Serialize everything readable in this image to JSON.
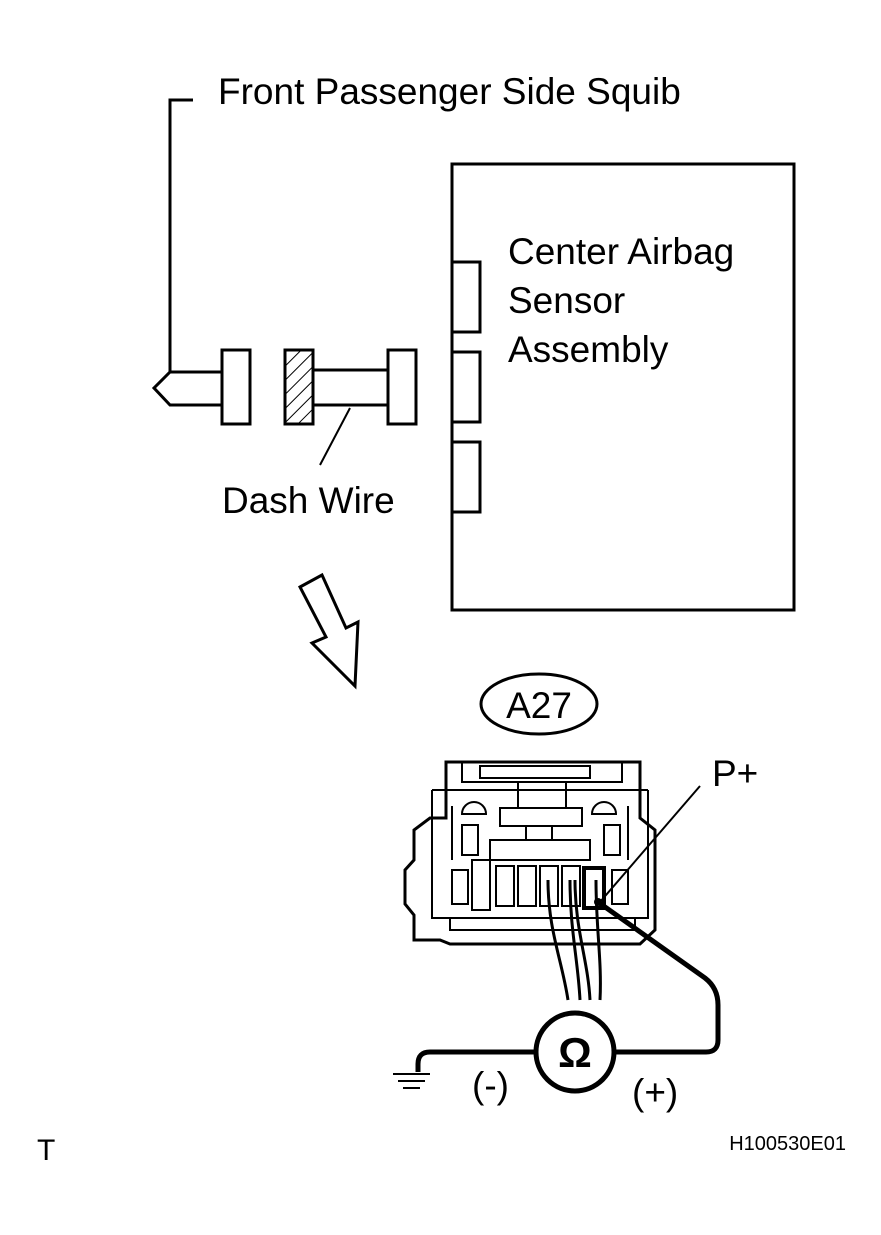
{
  "labels": {
    "squib": "Front Passenger Side Squib",
    "ecu_line1": "Center Airbag",
    "ecu_line2": "Sensor",
    "ecu_line3": "Assembly",
    "dash_wire": "Dash Wire",
    "connector_id": "A27",
    "terminal": "P+",
    "ohm_symbol": "Ω",
    "probe_neg": "(-)",
    "probe_pos": "(+)",
    "corner_mark": "T",
    "figure_code": "H100530E01"
  },
  "icons": {
    "meter": "ohmmeter-icon",
    "ground": "ground-icon",
    "arrow": "down-arrow-icon"
  }
}
